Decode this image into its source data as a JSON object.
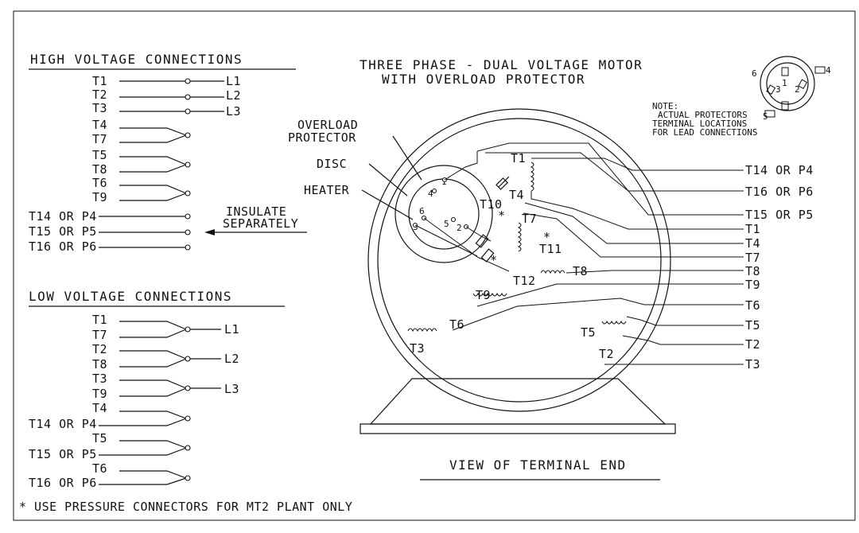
{
  "high_voltage": {
    "title": "HIGH VOLTAGE CONNECTIONS",
    "t1": "T1",
    "t2": "T2",
    "t3": "T3",
    "t4": "T4",
    "t7": "T7",
    "t5": "T5",
    "t8": "T8",
    "t6": "T6",
    "t9": "T9",
    "t14": "T14 OR P4",
    "t15": "T15 OR P5",
    "t16": "T16 OR P6",
    "l1": "L1",
    "l2": "L2",
    "l3": "L3",
    "insulate_line1": "INSULATE",
    "insulate_line2": "SEPARATELY"
  },
  "low_voltage": {
    "title": "LOW VOLTAGE CONNECTIONS",
    "t1": "T1",
    "t7": "T7",
    "t2": "T2",
    "t8": "T8",
    "t3": "T3",
    "t9": "T9",
    "t4": "T4",
    "t14": "T14 OR P4",
    "t5": "T5",
    "t15": "T15 OR P5",
    "t6": "T6",
    "t16": "T16 OR P6",
    "l1": "L1",
    "l2": "L2",
    "l3": "L3"
  },
  "footnote": "* USE PRESSURE CONNECTORS FOR MT2 PLANT ONLY",
  "motor": {
    "title_line1": "THREE PHASE - DUAL VOLTAGE MOTOR",
    "title_line2": "WITH OVERLOAD PROTECTOR",
    "view_label": "VIEW OF TERMINAL END",
    "protector_label_1": "OVERLOAD",
    "protector_label_2": "PROTECTOR",
    "disc_label": "DISC",
    "heater_label": "HEATER",
    "note_1": "NOTE:",
    "note_2": "ACTUAL PROTECTORS",
    "note_3": "TERMINAL LOCATIONS",
    "note_4": "FOR LEAD CONNECTIONS",
    "protector_terminals": [
      "1",
      "2",
      "3",
      "4",
      "5",
      "6"
    ],
    "inner_labels": {
      "t1": "T1",
      "t4": "T4",
      "t7": "T7",
      "t10": "T10",
      "t11": "T11",
      "t8": "T8",
      "t12": "T12",
      "t9": "T9",
      "t6": "T6",
      "t3": "T3",
      "t5": "T5",
      "t2": "T2",
      "star": "*"
    },
    "right_leads": [
      "T14 OR P4",
      "T16 OR P6",
      "T15 OR P5",
      "T1",
      "T4",
      "T7",
      "T8",
      "T9",
      "T6",
      "T5",
      "T2",
      "T3"
    ]
  }
}
